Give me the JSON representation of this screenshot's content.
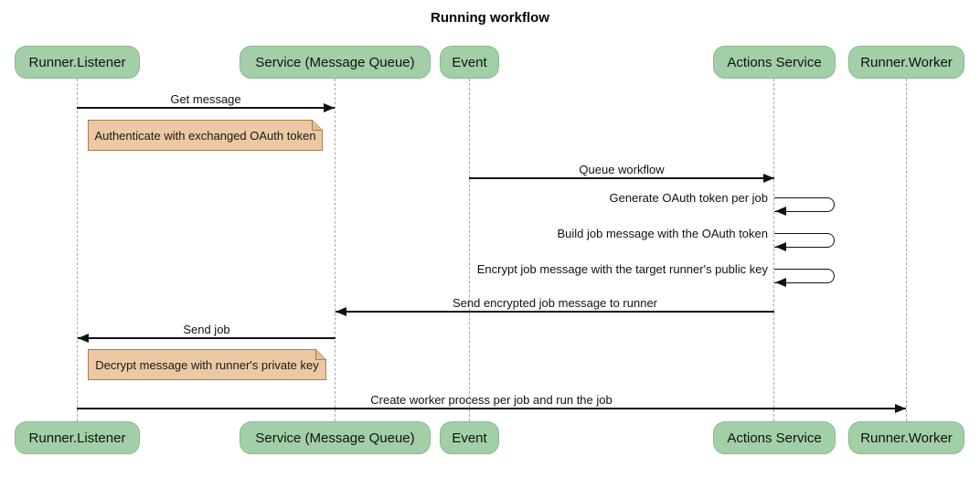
{
  "title": "Running workflow",
  "actors": [
    {
      "id": "runner-listener",
      "label": "Runner.Listener"
    },
    {
      "id": "service-message-queue",
      "label": "Service (Message Queue)"
    },
    {
      "id": "event",
      "label": "Event"
    },
    {
      "id": "actions-service",
      "label": "Actions Service"
    },
    {
      "id": "runner-worker",
      "label": "Runner.Worker"
    }
  ],
  "messages": [
    {
      "type": "arrow",
      "from": "runner-listener",
      "to": "service-message-queue",
      "label": "Get message"
    },
    {
      "type": "note",
      "over": "runner-listener",
      "label": "Authenticate with exchanged OAuth token"
    },
    {
      "type": "arrow",
      "from": "event",
      "to": "actions-service",
      "label": "Queue workflow"
    },
    {
      "type": "self",
      "actor": "actions-service",
      "label": "Generate OAuth token per job"
    },
    {
      "type": "self",
      "actor": "actions-service",
      "label": "Build job message with the OAuth token"
    },
    {
      "type": "self",
      "actor": "actions-service",
      "label": "Encrypt job message with the target runner's public key"
    },
    {
      "type": "arrow",
      "from": "actions-service",
      "to": "service-message-queue",
      "label": "Send encrypted job message to runner"
    },
    {
      "type": "arrow",
      "from": "service-message-queue",
      "to": "runner-listener",
      "label": "Send job"
    },
    {
      "type": "note",
      "over": "runner-listener",
      "label": "Decrypt message with runner's private key"
    },
    {
      "type": "arrow",
      "from": "runner-listener",
      "to": "runner-worker",
      "label": "Create worker process per job and run the job"
    }
  ],
  "colors": {
    "actor_fill": "#a3cfa8",
    "actor_border": "#86b98c",
    "note_fill": "#eac9a3",
    "note_border": "#aa7d4d",
    "lifeline": "#a6a6a6",
    "arrow": "#111111",
    "background": "#ffffff"
  }
}
